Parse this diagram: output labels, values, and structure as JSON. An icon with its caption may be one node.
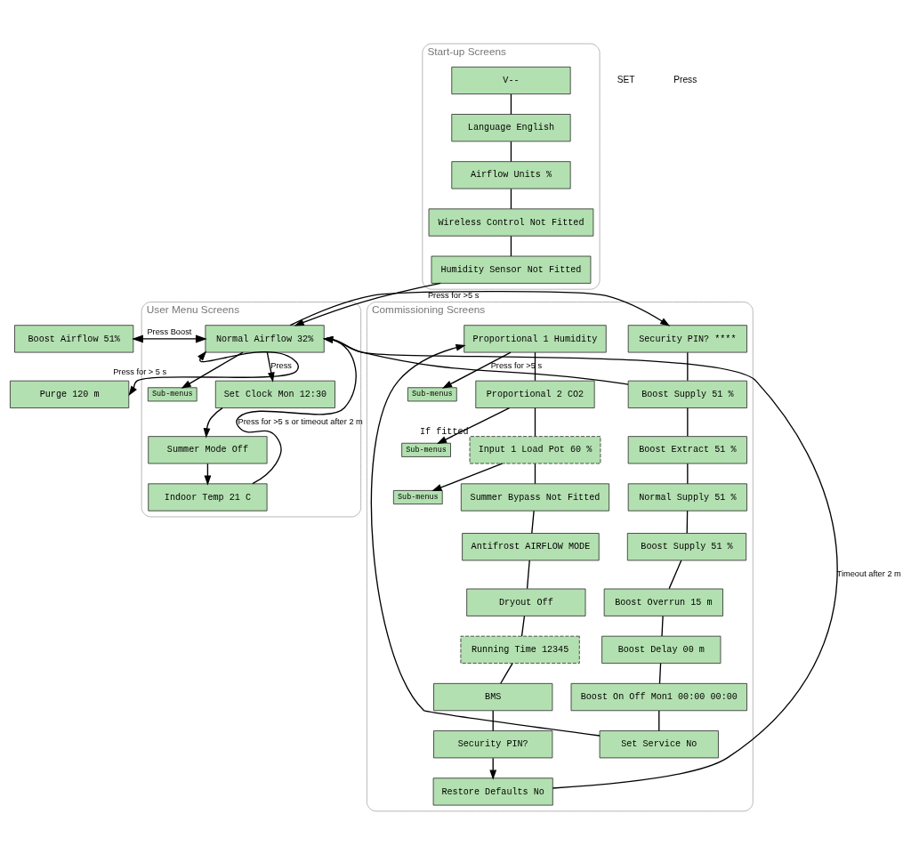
{
  "diagram": {
    "nodes": [
      {
        "text": [
          "Start-up Screens"
        ]
      },
      {
        "text": [
          "V--"
        ],
        "in": 0
      },
      {
        "text": [
          "Language English"
        ],
        "in": 0
      },
      {
        "text": [
          "Airflow Units %"
        ],
        "in": 0
      },
      {
        "text": [
          "Wireless Control Not Fitted"
        ],
        "in": 0
      },
      {
        "text": [
          "Humidity Sensor Not Fitted"
        ],
        "in": 0
      },
      {
        "text": [
          "User Menu Screens"
        ]
      },
      {
        "text": [
          "Normal Airflow 32%"
        ],
        "in": 6
      },
      {
        "text": [
          "Sub-menus"
        ],
        "in": 6
      },
      {
        "text": [
          "Set Clock Mon 12:30"
        ],
        "in": 6
      },
      {
        "text": [
          "Summer Mode Off"
        ],
        "in": 6
      },
      {
        "text": [
          "Indoor Temp 21 C"
        ],
        "in": 6
      },
      {
        "text": [
          "Boost Airflow 51%"
        ]
      },
      {
        "text": [
          "Purge 120 m"
        ]
      },
      {
        "text": [
          "Commissioning Screens"
        ]
      },
      {
        "text": [
          "Security PIN? ****"
        ],
        "in": 14
      },
      {
        "text": [
          "Boost Supply 51 %"
        ],
        "in": 14
      },
      {
        "text": [
          "Boost Extract 51 %"
        ],
        "in": 14
      },
      {
        "text": [
          "Normal Supply 51 %"
        ],
        "in": 14
      },
      {
        "text": [
          "Boost Supply 51 %"
        ],
        "in": 14
      },
      {
        "text": [
          "Boost Overrun 15 m"
        ],
        "in": 14
      },
      {
        "text": [
          "Boost Delay 00 m"
        ],
        "in": 14
      },
      {
        "text": [
          "Boost On Off Mon1 00:00 00:00"
        ],
        "in": 14
      },
      {
        "text": [
          "Set Service No"
        ],
        "in": 14
      },
      {
        "text": [
          "Proportional 1 Humidity"
        ],
        "in": 14
      },
      {
        "text": [
          "Sub-menus"
        ],
        "in": 14
      },
      {
        "text": [
          "Proportional 2 CO2"
        ],
        "in": 14
      },
      {
        "text": [
          "Sub-menus"
        ],
        "in": 14
      },
      {
        "text": [
          "Input 1 Load Pot 60 %"
        ],
        "in": 14,
        "beside": [
          "If fitted"
        ]
      },
      {
        "text": [
          "Sub-menus"
        ],
        "in": 14
      },
      {
        "text": [
          "Summer Bypass Not Fitted"
        ],
        "in": 14
      },
      {
        "text": [
          "Antifrost AIRFLOW MODE"
        ],
        "in": 14
      },
      {
        "text": [
          "Dryout Off"
        ],
        "in": 14
      },
      {
        "text": [
          "Running Time 12345"
        ],
        "in": 14
      },
      {
        "text": [
          "BMS"
        ],
        "in": 14
      },
      {
        "text": [
          "Security PIN?"
        ],
        "in": 14
      },
      {
        "text": [
          "Restore Defaults No"
        ],
        "in": 14
      }
    ],
    "edges": [
      {
        "from": 1,
        "to": 2,
        "arrow": "none"
      },
      {
        "from": 2,
        "to": 3,
        "arrow": "none"
      },
      {
        "from": 3,
        "to": 4,
        "arrow": "none"
      },
      {
        "from": 4,
        "to": 5,
        "arrow": "none"
      },
      {
        "from": 5,
        "to": 7,
        "arrow": "to"
      },
      {
        "from": 7,
        "to": 12,
        "arrow": "both",
        "label": "Press Boost"
      },
      {
        "from": 7,
        "to": 13,
        "arrow": "both",
        "label": "Press for > 5 s"
      },
      {
        "from": 7,
        "to": 8,
        "arrow": "to"
      },
      {
        "from": 7,
        "to": 9,
        "arrow": "to",
        "label": "Press"
      },
      {
        "from": 9,
        "to": 10,
        "arrow": "to"
      },
      {
        "from": 10,
        "to": 11,
        "arrow": "to"
      },
      {
        "from": 11,
        "to": 7,
        "arrow": "to",
        "label": "Press for >5 s or timeout after 2 m"
      },
      {
        "from": 7,
        "to": 15,
        "arrow": "to",
        "label": "Press for >5 s"
      },
      {
        "from": 16,
        "to": 7,
        "arrow": "to",
        "label": "Press for >5 s"
      },
      {
        "from": 15,
        "to": 16,
        "arrow": "none"
      },
      {
        "from": 16,
        "to": 17,
        "arrow": "none"
      },
      {
        "from": 17,
        "to": 18,
        "arrow": "none"
      },
      {
        "from": 18,
        "to": 19,
        "arrow": "none"
      },
      {
        "from": 19,
        "to": 20,
        "arrow": "none"
      },
      {
        "from": 20,
        "to": 21,
        "arrow": "none"
      },
      {
        "from": 21,
        "to": 22,
        "arrow": "none"
      },
      {
        "from": 22,
        "to": 23,
        "arrow": "none"
      },
      {
        "from": 23,
        "to": 24,
        "arrow": "to"
      },
      {
        "from": 24,
        "to": 25,
        "arrow": "to"
      },
      {
        "from": 24,
        "to": 26,
        "arrow": "none"
      },
      {
        "from": 26,
        "to": 27,
        "arrow": "to"
      },
      {
        "from": 26,
        "to": 28,
        "arrow": "none"
      },
      {
        "from": 28,
        "to": 29,
        "arrow": "to"
      },
      {
        "from": 28,
        "to": 30,
        "arrow": "none"
      },
      {
        "from": 30,
        "to": 31,
        "arrow": "none"
      },
      {
        "from": 31,
        "to": 32,
        "arrow": "none"
      },
      {
        "from": 32,
        "to": 33,
        "arrow": "none"
      },
      {
        "from": 33,
        "to": 34,
        "arrow": "none"
      },
      {
        "from": 34,
        "to": 35,
        "arrow": "none"
      },
      {
        "from": 35,
        "to": 36,
        "arrow": "to"
      },
      {
        "from": 36,
        "to": 7,
        "arrow": "to",
        "label": "Timeout after 2 m"
      }
    ],
    "labels": [
      "SET",
      "Press"
    ]
  }
}
